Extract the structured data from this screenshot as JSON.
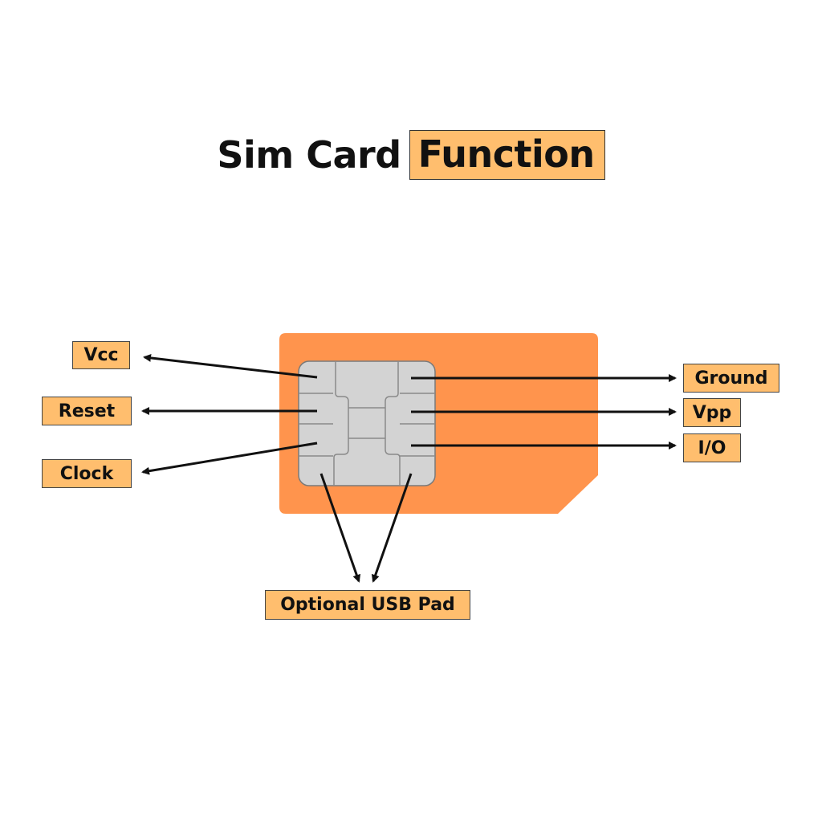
{
  "title": {
    "plain": "Sim Card",
    "highlight": "Function"
  },
  "labels": {
    "vcc": "Vcc",
    "reset": "Reset",
    "clock": "Clock",
    "ground": "Ground",
    "vpp": "Vpp",
    "io": "I/O",
    "usb": "Optional USB Pad"
  },
  "colors": {
    "card": "#FF944D",
    "label_fill": "#FFBE6E",
    "chip": "#D3D3D3",
    "chip_line": "#8A8A8A",
    "arrow": "#111111",
    "text": "#111111"
  }
}
